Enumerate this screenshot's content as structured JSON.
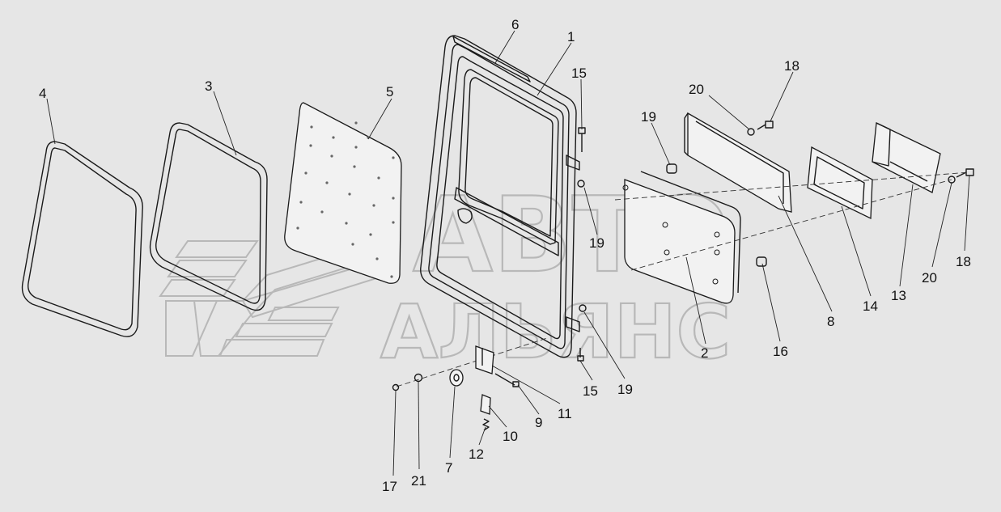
{
  "watermark": {
    "line1": "АВТО",
    "line2": "АЛЬЯНС",
    "logo": "chevron-logo"
  },
  "callouts": [
    {
      "id": "c4",
      "label": "4"
    },
    {
      "id": "c3",
      "label": "3"
    },
    {
      "id": "c5",
      "label": "5"
    },
    {
      "id": "c6",
      "label": "6"
    },
    {
      "id": "c1",
      "label": "1"
    },
    {
      "id": "c15a",
      "label": "15"
    },
    {
      "id": "c19a",
      "label": "19"
    },
    {
      "id": "c20a",
      "label": "20"
    },
    {
      "id": "c18a",
      "label": "18"
    },
    {
      "id": "c19b",
      "label": "19"
    },
    {
      "id": "c2",
      "label": "2"
    },
    {
      "id": "c16",
      "label": "16"
    },
    {
      "id": "c8",
      "label": "8"
    },
    {
      "id": "c14",
      "label": "14"
    },
    {
      "id": "c13",
      "label": "13"
    },
    {
      "id": "c20b",
      "label": "20"
    },
    {
      "id": "c18b",
      "label": "18"
    },
    {
      "id": "c19c",
      "label": "19"
    },
    {
      "id": "c15b",
      "label": "15"
    },
    {
      "id": "c11",
      "label": "11"
    },
    {
      "id": "c9",
      "label": "9"
    },
    {
      "id": "c10",
      "label": "10"
    },
    {
      "id": "c12",
      "label": "12"
    },
    {
      "id": "c7",
      "label": "7"
    },
    {
      "id": "c21",
      "label": "21"
    },
    {
      "id": "c17",
      "label": "17"
    }
  ]
}
